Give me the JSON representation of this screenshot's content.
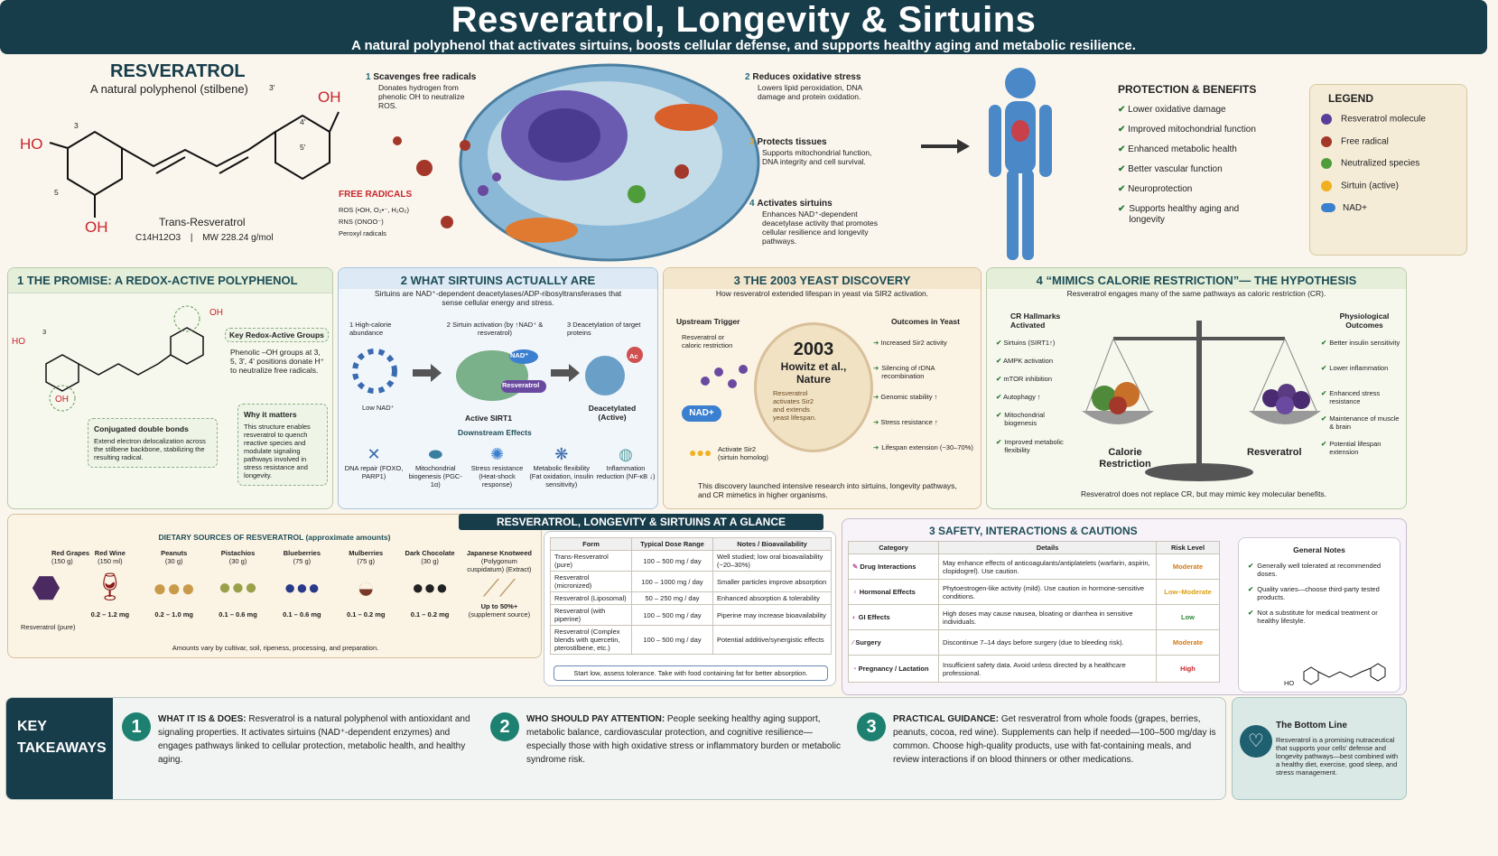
{
  "header": {
    "title": "Resveratrol, Longevity & Sirtuins",
    "subtitle": "A natural polyphenol that activates sirtuins, boosts cellular defense, and supports healthy aging and metabolic resilience."
  },
  "molecule": {
    "title": "RESVERATROL",
    "subtitle": "A natural polyphenol (stilbene)",
    "name": "Trans-Resveratrol",
    "formula": "C14H12O3",
    "mw": "MW 228.24 g/mol",
    "oh": "OH",
    "ho": "HO",
    "p3": "3",
    "p4": "4'",
    "p5": "5",
    "p3p": "3'",
    "p5p": "5'",
    "sep": "|"
  },
  "cell": {
    "s1n": "1",
    "s1t": "Scavenges free radicals",
    "s1d": "Donates hydrogen from phenolic OH to neutralize ROS.",
    "s2n": "2",
    "s2t": "Reduces oxidative stress",
    "s2d": "Lowers lipid peroxidation, DNA damage and protein oxidation.",
    "s3n": "3",
    "s3t": "Protects tissues",
    "s3d": "Supports mitochondrial function, DNA integrity and cell survival.",
    "s4n": "4",
    "s4t": "Activates sirtuins",
    "s4d": "Enhances NAD⁺-dependent deacetylase activity that promotes cellular resilience and longevity pathways.",
    "fr_title": "FREE RADICALS",
    "fr": [
      "ROS (•OH, O₂•⁻, H₂O₂)",
      "RNS (ONOO⁻)",
      "Peroxyl radicals"
    ]
  },
  "protection": {
    "title": "PROTECTION & BENEFITS",
    "items": [
      "Lower oxidative damage",
      "Improved mitochondrial function",
      "Enhanced metabolic health",
      "Better vascular function",
      "Neuroprotection",
      "Supports healthy aging and longevity"
    ]
  },
  "legend": {
    "title": "LEGEND",
    "items": [
      "Resveratrol molecule",
      "Free radical",
      "Neutralized species",
      "Sirtuin (active)",
      "NAD+"
    ],
    "colors": [
      "#5a3f9a",
      "#a3382a",
      "#4f9d3a",
      "#f0b020",
      "#3a7fd0"
    ]
  },
  "p1": {
    "title": "1  THE PROMISE: A REDOX-ACTIVE POLYPHENOL",
    "key_title": "Key Redox-Active Groups",
    "key_text": "Phenolic –OH groups at 3, 5, 3', 4' positions donate H⁺ to neutralize free radicals.",
    "cdb_title": "Conjugated double bonds",
    "cdb_text": "Extend electron delocalization across the stilbene backbone, stabilizing the resulting radical.",
    "why_title": "Why it matters",
    "why_text": "This structure enables resveratrol to quench reactive species and modulate signaling pathways involved in stress resistance and longevity.",
    "oh": "OH",
    "ho": "HO",
    "p3": "3"
  },
  "p2": {
    "title": "2  WHAT SIRTUINS ACTUALLY ARE",
    "subtitle": "Sirtuins are NAD⁺-dependent deacetylases/ADP-ribosyltransferases that sense cellular energy and stress.",
    "s1": "1  High-calorie abundance",
    "s2": "2  Sirtuin activation (by ↑NAD⁺ & resveratrol)",
    "s3": "3  Deacetylation of target proteins",
    "low_nad": "Low NAD⁺",
    "active": "Active SIRT1",
    "deac": "Deacetylated (Active)",
    "nad": "NAD⁺",
    "res": "Resveratrol",
    "ac": "Ac",
    "down": "Downstream Effects",
    "effects": [
      "DNA repair (FOXO, PARP1)",
      "Mitochondrial biogenesis (PGC-1α)",
      "Stress resistance (Heat-shock response)",
      "Metabolic flexibility (Fat oxidation, insulin sensitivity)",
      "Inflammation reduction (NF-κB ↓)"
    ]
  },
  "p3": {
    "title": "3  THE 2003 YEAST DISCOVERY",
    "subtitle": "How resveratrol extended lifespan in yeast via SIR2 activation.",
    "up_title": "Upstream Trigger",
    "up_text": "Resveratrol or caloric restriction",
    "nad": "NAD+",
    "act": "Activate Sir2 (sirtuin homolog)",
    "year": "2003",
    "cite": "Howitz et al., Nature",
    "desc": "Resveratrol activates Sir2 and extends yeast lifespan.",
    "out_title": "Outcomes in Yeast",
    "outcomes": [
      "Increased Sir2 activity",
      "Silencing of rDNA recombination",
      "Genomic stability ↑",
      "Stress resistance ↑",
      "Lifespan extension (~30–70%)"
    ],
    "footer": "This discovery launched intensive research into sirtuins, longevity pathways, and CR mimetics in higher organisms."
  },
  "p4": {
    "title": "4  “MIMICS CALORIE RESTRICTION”— THE HYPOTHESIS",
    "subtitle": "Resveratrol engages many of the same pathways as caloric restriction (CR).",
    "left_title": "CR Hallmarks Activated",
    "left": [
      "Sirtuins (SIRT1↑)",
      "AMPK activation",
      "mTOR inhibition",
      "Autophagy ↑",
      "Mitochondrial biogenesis",
      "Improved metabolic flexibility"
    ],
    "right_title": "Physiological Outcomes",
    "right": [
      "Better insulin sensitivity",
      "Lower inflammation",
      "Enhanced stress resistance",
      "Maintenance of muscle & brain",
      "Potential lifespan extension"
    ],
    "cr": "Calorie Restriction",
    "res": "Resveratrol",
    "footer": "Resveratrol does not replace CR, but may mimic key molecular benefits."
  },
  "diet": {
    "title": "DIETARY SOURCES OF RESVERATROL (approximate amounts)",
    "items": [
      {
        "n": "Red Grapes",
        "q": "(150 g)",
        "v": ""
      },
      {
        "n": "Red Wine",
        "q": "(150 ml)",
        "v": "0.2 – 1.2 mg"
      },
      {
        "n": "Peanuts",
        "q": "(30 g)",
        "v": "0.2 – 1.0 mg"
      },
      {
        "n": "Pistachios",
        "q": "(30 g)",
        "v": "0.1 – 0.6 mg"
      },
      {
        "n": "Blueberries",
        "q": "(75 g)",
        "v": "0.1 – 0.6 mg"
      },
      {
        "n": "Mulberries",
        "q": "(75 g)",
        "v": "0.1 – 0.2 mg"
      },
      {
        "n": "Dark Chocolate",
        "q": "(30 g)",
        "v": "0.1 – 0.2 mg"
      },
      {
        "n": "Japanese Knotweed",
        "q": "(Polygonum cuspidatum) (Extract)",
        "v": "Up to 50%+"
      }
    ],
    "pure": "Resveratrol (pure)",
    "supp": "(supplement source)",
    "footer": "Amounts vary by cultivar, soil, ripeness, processing, and preparation."
  },
  "glance": {
    "title": "RESVERATROL, LONGEVITY & SIRTUINS AT A GLANCE",
    "headers": [
      "Form",
      "Typical Dose Range",
      "Notes / Bioavailability"
    ],
    "rows": [
      [
        "Trans-Resveratrol (pure)",
        "100 – 500 mg / day",
        "Well studied; low oral bioavailability (~20–30%)"
      ],
      [
        "Resveratrol (micronized)",
        "100 – 1000 mg / day",
        "Smaller particles improve absorption"
      ],
      [
        "Resveratrol (Liposomal)",
        "50 – 250 mg / day",
        "Enhanced absorption & tolerability"
      ],
      [
        "Resveratrol (with piperine)",
        "100 – 500 mg / day",
        "Piperine may increase bioavailability"
      ],
      [
        "Resveratrol (Complex blends with quercetin, pterostilbene, etc.)",
        "100 – 500 mg / day",
        "Potential additive/synergistic effects"
      ]
    ],
    "footer": "Start low, assess tolerance. Take with food containing fat for better absorption."
  },
  "safety": {
    "title": "3  SAFETY, INTERACTIONS & CAUTIONS",
    "headers": [
      "Category",
      "Details",
      "Risk Level"
    ],
    "rows": [
      [
        "Drug Interactions",
        "May enhance effects of anticoagulants/antiplatelets (warfarin, aspirin, clopidogrel). Use caution.",
        "Moderate",
        "#d27a16"
      ],
      [
        "Hormonal Effects",
        "Phytoestrogen-like activity (mild). Use caution in hormone-sensitive conditions.",
        "Low–Moderate",
        "#d9a016"
      ],
      [
        "GI Effects",
        "High doses may cause nausea, bloating or diarrhea in sensitive individuals.",
        "Low",
        "#2f8a3a"
      ],
      [
        "Surgery",
        "Discontinue 7–14 days before surgery (due to bleeding risk).",
        "Moderate",
        "#d27a16"
      ],
      [
        "Pregnancy / Lactation",
        "Insufficient safety data. Avoid unless directed by a healthcare professional.",
        "High",
        "#c8242a"
      ]
    ],
    "gn_title": "General Notes",
    "gn": [
      "Generally well tolerated at recommended doses.",
      "Quality varies—choose third-party tested products.",
      "Not a substitute for medical treatment or healthy lifestyle."
    ],
    "ho": "HO"
  },
  "takeaways": {
    "label1": "KEY",
    "label2": "TAKEAWAYS",
    "items": [
      {
        "n": "1",
        "h": "WHAT IT IS & DOES:",
        "t": " Resveratrol is a natural polyphenol with antioxidant and signaling properties. It activates sirtuins (NAD⁺-dependent enzymes) and engages pathways linked to cellular protection, metabolic health, and healthy aging."
      },
      {
        "n": "2",
        "h": "WHO SHOULD PAY ATTENTION:",
        "t": " People seeking healthy aging support, metabolic balance, cardiovascular protection, and cognitive resilience—especially those with high oxidative stress or inflammatory burden or metabolic syndrome risk."
      },
      {
        "n": "3",
        "h": "PRACTICAL GUIDANCE:",
        "t": " Get resveratrol from whole foods (grapes, berries, peanuts, cocoa, red wine). Supplements can help if needed—100–500 mg/day is common. Choose high-quality products, use with fat-containing meals, and review interactions if on blood thinners or other medications."
      }
    ],
    "bl_title": "The Bottom Line",
    "bl_text": "Resveratrol is a promising nutraceutical that supports your cells' defense and longevity pathways—best combined with a healthy diet, exercise, good sleep, and stress management."
  }
}
